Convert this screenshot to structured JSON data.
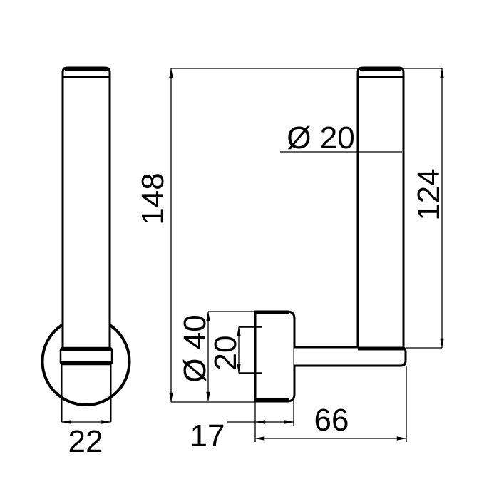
{
  "drawing": {
    "colors": {
      "ink": "#000000",
      "paper": "#ffffff"
    },
    "labels": {
      "overall_height": "148",
      "post_length": "124",
      "post_diameter": "Ø 20",
      "plate_diameter": "Ø 40",
      "hole_spacing": "20",
      "plate_depth": "17",
      "arm_length": "66",
      "collar_width": "22"
    }
  }
}
